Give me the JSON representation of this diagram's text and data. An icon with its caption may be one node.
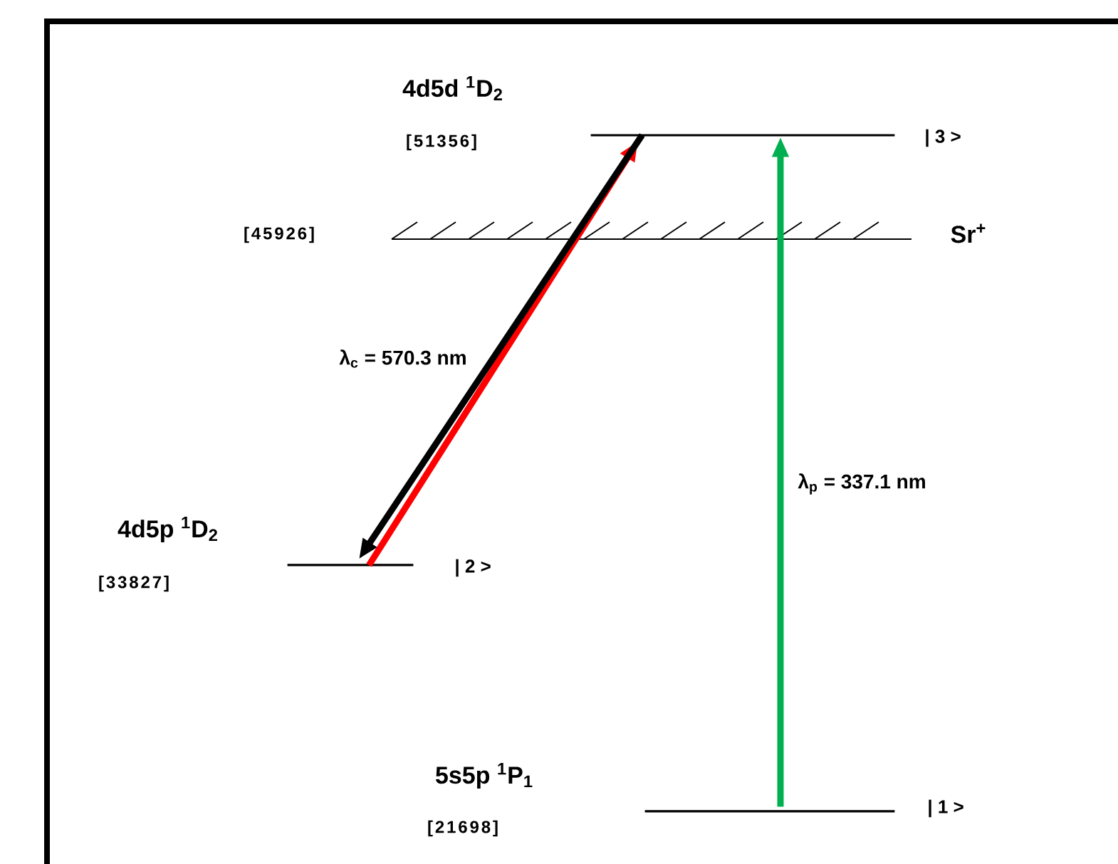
{
  "diagram": {
    "nodes": [
      {
        "text": [
          "4d5d $^{1}$D$_{2}$",
          "[51356]",
          "| 3 >"
        ]
      },
      {
        "text": [
          "4d5p $^{1}$D$_{2}$",
          "[33827]",
          "| 2 >"
        ]
      },
      {
        "text": [
          "5s5p $^{1}$P$_{1}$",
          "[21698]",
          "| 1 >"
        ]
      }
    ],
    "edges": [
      {
        "from": 2,
        "to": 0,
        "arrow": "to",
        "label": "λ$_{p}$ = 337.1 nm",
        "color": "#00b050"
      },
      {
        "from": 1,
        "to": 0,
        "arrow": "to",
        "label": "λ$_{c}$ = 570.3 nm",
        "color": "#ff0000"
      },
      {
        "from": 0,
        "to": 1,
        "arrow": "to",
        "color": "#000000"
      }
    ],
    "labels": [
      "[45926]",
      "Sr$^{+}$"
    ]
  }
}
